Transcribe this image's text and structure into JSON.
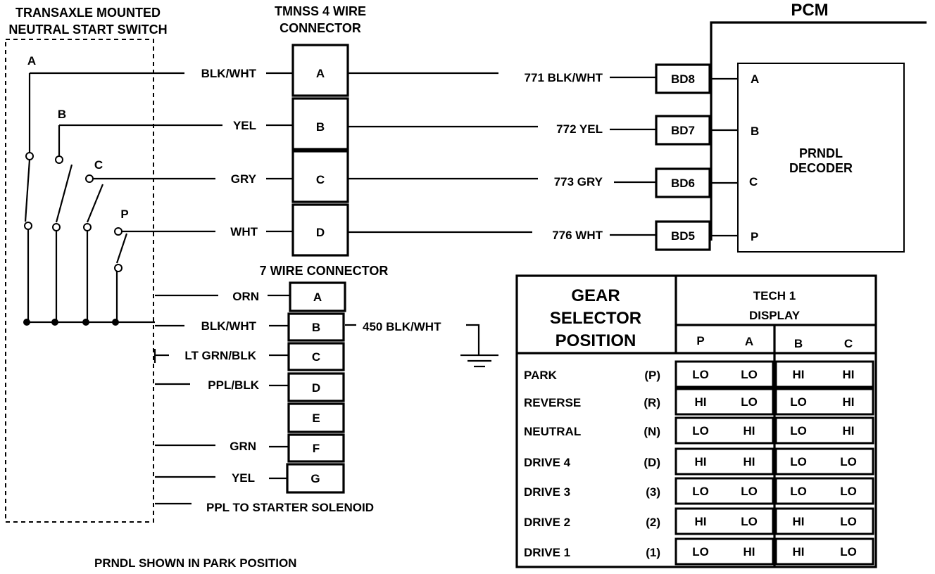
{
  "switch": {
    "title_line1": "TRANSAXLE MOUNTED",
    "title_line2": "NEUTRAL START SWITCH",
    "contacts": [
      "A",
      "B",
      "C",
      "P"
    ]
  },
  "tmnss": {
    "title_line1": "TMNSS 4 WIRE",
    "title_line2": "CONNECTOR",
    "pins": [
      "A",
      "B",
      "C",
      "D"
    ],
    "left_wires": [
      "BLK/WHT",
      "YEL",
      "GRY",
      "WHT"
    ],
    "right_wires": [
      "771 BLK/WHT",
      "772 YEL",
      "773 GRY",
      "776 WHT"
    ]
  },
  "pcm": {
    "title": "PCM",
    "terminals": [
      "BD8",
      "BD7",
      "BD6",
      "BD5"
    ],
    "decoder_inputs": [
      "A",
      "B",
      "C",
      "P"
    ],
    "decoder_line1": "PRNDL",
    "decoder_line2": "DECODER"
  },
  "seven_wire": {
    "title": "7 WIRE CONNECTOR",
    "pins": [
      "A",
      "B",
      "C",
      "D",
      "E",
      "F",
      "G"
    ],
    "left_wires": [
      "ORN",
      "BLK/WHT",
      "LT GRN/BLK",
      "PPL/BLK",
      "",
      "GRN",
      "YEL"
    ],
    "ground_wire": "450 BLK/WHT",
    "solenoid_wire": "PPL TO STARTER SOLENOID"
  },
  "caption": "PRNDL SHOWN IN PARK POSITION",
  "table": {
    "head_line1": "GEAR",
    "head_line2": "SELECTOR",
    "head_line3": "POSITION",
    "tech_line1": "TECH 1",
    "tech_line2": "DISPLAY",
    "columns": [
      "P",
      "A",
      "B",
      "C"
    ],
    "rows": [
      {
        "name": "PARK",
        "code": "(P)",
        "vals": [
          "LO",
          "LO",
          "HI",
          "HI"
        ]
      },
      {
        "name": "REVERSE",
        "code": "(R)",
        "vals": [
          "HI",
          "LO",
          "LO",
          "HI"
        ]
      },
      {
        "name": "NEUTRAL",
        "code": "(N)",
        "vals": [
          "LO",
          "HI",
          "LO",
          "HI"
        ]
      },
      {
        "name": "DRIVE 4",
        "code": "(D)",
        "vals": [
          "HI",
          "HI",
          "LO",
          "LO"
        ]
      },
      {
        "name": "DRIVE 3",
        "code": "(3)",
        "vals": [
          "LO",
          "LO",
          "LO",
          "LO"
        ]
      },
      {
        "name": "DRIVE 2",
        "code": "(2)",
        "vals": [
          "HI",
          "LO",
          "HI",
          "LO"
        ]
      },
      {
        "name": "DRIVE 1",
        "code": "(1)",
        "vals": [
          "LO",
          "HI",
          "HI",
          "LO"
        ]
      }
    ]
  }
}
